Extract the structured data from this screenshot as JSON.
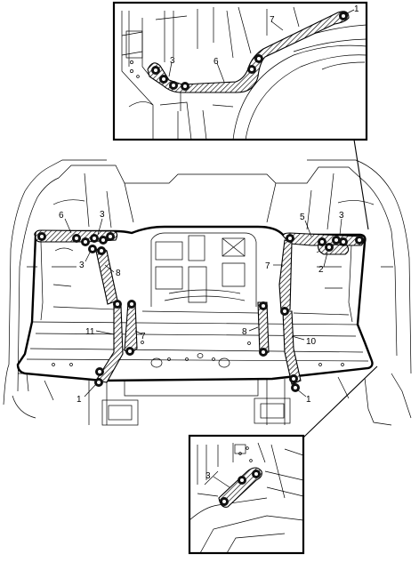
{
  "figure": {
    "labels": {
      "top_inset": {
        "l1": "1",
        "l3": "3",
        "l6": "6",
        "l7": "7"
      },
      "bottom_inset": {
        "l3": "3"
      },
      "main_left": {
        "l6": "6",
        "l3a": "3",
        "l3b": "3",
        "l8": "8",
        "l11": "11",
        "l7": "7",
        "l1": "1"
      },
      "main_right": {
        "l5": "5",
        "l3": "3",
        "l2": "2",
        "l7": "7",
        "l8": "8",
        "l10": "10",
        "l1": "1"
      }
    }
  }
}
